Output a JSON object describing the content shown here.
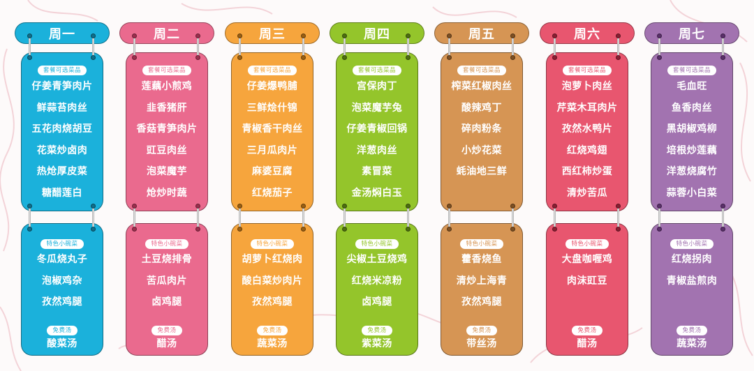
{
  "labels": {
    "set_meal": "套餐可选菜品",
    "special": "特色小碗菜",
    "soup": "免费汤"
  },
  "days": [
    {
      "name": "周一",
      "color": "#1bb1db",
      "dark": "#0f6e8a",
      "set_meal": [
        "仔姜青笋肉片",
        "鲜蒜苔肉丝",
        "五花肉烧胡豆",
        "花菜炒卤肉",
        "热炝厚皮菜",
        "糖醋莲白"
      ],
      "special": [
        "冬瓜烧丸子",
        "泡椒鸡杂",
        "孜然鸡腿"
      ],
      "soup": "酸菜汤"
    },
    {
      "name": "周二",
      "color": "#ea6a8e",
      "dark": "#9c2e4e",
      "set_meal": [
        "莲藕小煎鸡",
        "韭香猪肝",
        "香菇青笋肉片",
        "豇豆肉丝",
        "泡菜魔芋",
        "炝炒时蔬"
      ],
      "special": [
        "土豆烧排骨",
        "苦瓜肉片",
        "卤鸡腿"
      ],
      "soup": "醋汤"
    },
    {
      "name": "周三",
      "color": "#f6a53d",
      "dark": "#9a5f12",
      "set_meal": [
        "仔姜爆鸭脯",
        "三鲜烩什锦",
        "青椒香干肉丝",
        "三月瓜肉片",
        "麻婆豆腐",
        "红烧茄子"
      ],
      "special": [
        "胡萝卜红烧肉",
        "酸白菜炒肉片",
        "孜然鸡腿"
      ],
      "soup": "蔬菜汤"
    },
    {
      "name": "周四",
      "color": "#94c52b",
      "dark": "#4d6e10",
      "set_meal": [
        "宫保肉丁",
        "泡菜魔芋兔",
        "仔姜青椒回锅",
        "洋葱肉丝",
        "素冒菜",
        "金汤焖白玉"
      ],
      "special": [
        "尖椒土豆烧鸡",
        "红烧米凉粉",
        "卤鸡腿"
      ],
      "soup": "紫菜汤"
    },
    {
      "name": "周五",
      "color": "#d69554",
      "dark": "#7d4f22",
      "set_meal": [
        "榨菜红椒肉丝",
        "酸辣鸡丁",
        "碎肉粉条",
        "小炒花菜",
        "蚝油地三鲜"
      ],
      "special": [
        "藿香烧鱼",
        "清炒上海青",
        "孜然鸡腿"
      ],
      "soup": "带丝汤"
    },
    {
      "name": "周六",
      "color": "#e8566f",
      "dark": "#8a1e32",
      "set_meal": [
        "泡萝卜肉丝",
        "芹菜木耳肉片",
        "孜然水鸭片",
        "红烧鸡翅",
        "西红柿炒蛋",
        "清炒苦瓜"
      ],
      "special": [
        "大盘咖喱鸡",
        "肉沫豇豆"
      ],
      "soup": "醋汤"
    },
    {
      "name": "周七",
      "color": "#a273b0",
      "dark": "#5a2f6a",
      "set_meal": [
        "毛血旺",
        "鱼香肉丝",
        "黑胡椒鸡柳",
        "培根炒莲藕",
        "洋葱烧腐竹",
        "蒜蓉小白菜"
      ],
      "special": [
        "红烧拐肉",
        "青椒盐煎肉"
      ],
      "soup": "蔬菜汤"
    }
  ]
}
